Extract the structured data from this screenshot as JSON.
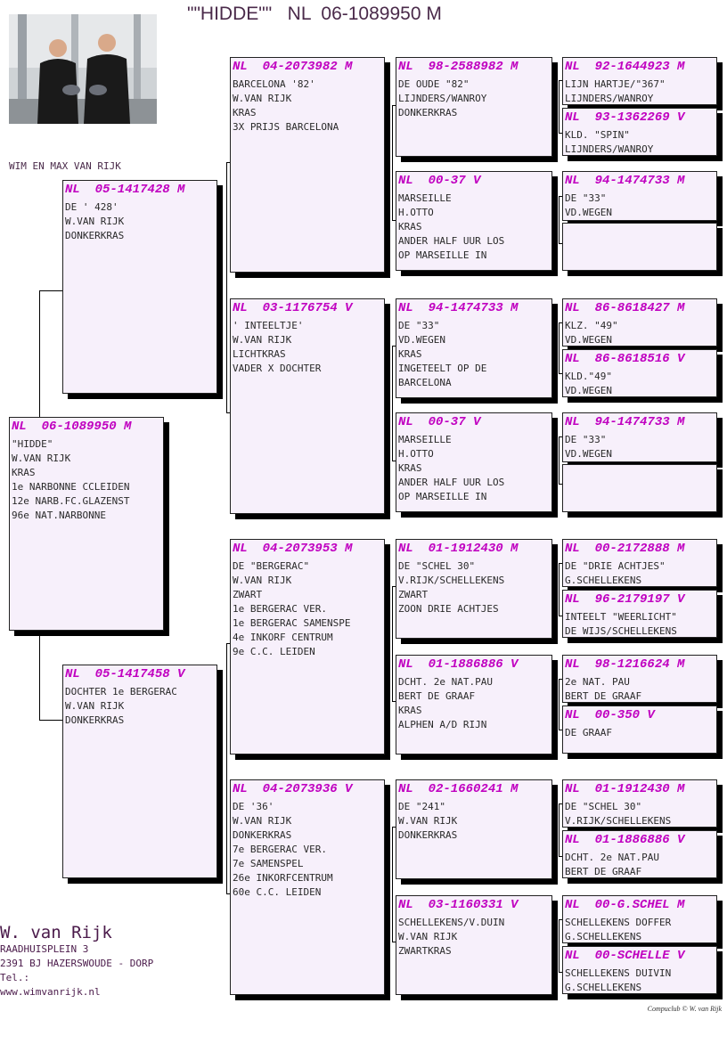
{
  "title": "\"\"HIDDE\"\"   NL  06-1089950 M",
  "owners": "WIM EN MAX VAN RIJK",
  "breeder": {
    "name": "W. van Rijk",
    "address1": "RAADHUISPLEIN 3",
    "address2": "2391 BJ  HAZERSWOUDE - DORP",
    "tel": "Tel.:",
    "web": "www.wimvanrijk.nl"
  },
  "copyright": "Compuclub © W. van Rijk",
  "subject": {
    "ring": "NL  06-1089950 M",
    "lines": [
      "\"HIDDE\"",
      "W.VAN RIJK",
      "KRAS",
      "1e NARBONNE CCLEIDEN",
      "12e NARB.FC.GLAZENST",
      "96e NAT.NARBONNE"
    ]
  },
  "father": {
    "ring": "NL  05-1417428 M",
    "lines": [
      "DE ' 428'",
      "W.VAN RIJK",
      "DONKERKRAS"
    ]
  },
  "mother": {
    "ring": "NL  05-1417458 V",
    "lines": [
      "DOCHTER 1e BERGERAC",
      "W.VAN RIJK",
      "DONKERKRAS"
    ]
  },
  "gen2": [
    {
      "ring": "NL  04-2073982 M",
      "lines": [
        "BARCELONA '82'",
        "W.VAN RIJK",
        "KRAS",
        "3X PRIJS BARCELONA"
      ]
    },
    {
      "ring": "NL  03-1176754 V",
      "lines": [
        "' INTEELTJE'",
        "W.VAN RIJK",
        "LICHTKRAS",
        "VADER X DOCHTER"
      ]
    },
    {
      "ring": "NL  04-2073953 M",
      "lines": [
        "DE \"BERGERAC\"",
        "W.VAN RIJK",
        "ZWART",
        "1e BERGERAC VER.",
        "1e BERGERAC SAMENSPE",
        "4e INKORF CENTRUM",
        "9e C.C. LEIDEN"
      ]
    },
    {
      "ring": "NL  04-2073936 V",
      "lines": [
        "DE '36'",
        "W.VAN RIJK",
        "DONKERKRAS",
        "7e BERGERAC VER.",
        "7e SAMENSPEL",
        "26e INKORFCENTRUM",
        "60e C.C. LEIDEN"
      ]
    }
  ],
  "gen3": [
    {
      "ring": "NL  98-2588982 M",
      "lines": [
        "DE OUDE \"82\"",
        "LIJNDERS/WANROY",
        "DONKERKRAS"
      ]
    },
    {
      "ring": "NL  00-37 V",
      "lines": [
        "MARSEILLE",
        "H.OTTO",
        "KRAS",
        "ANDER HALF UUR LOS",
        "OP MARSEILLE IN"
      ]
    },
    {
      "ring": "NL  94-1474733 M",
      "lines": [
        "DE \"33\"",
        "VD.WEGEN",
        "KRAS",
        "INGETEELT OP DE",
        "BARCELONA"
      ]
    },
    {
      "ring": "NL  00-37 V",
      "lines": [
        "MARSEILLE",
        "H.OTTO",
        "KRAS",
        "ANDER HALF UUR LOS",
        "OP MARSEILLE IN"
      ]
    },
    {
      "ring": "NL  01-1912430 M",
      "lines": [
        "DE \"SCHEL 30\"",
        "V.RIJK/SCHELLEKENS",
        "ZWART",
        "ZOON DRIE ACHTJES"
      ]
    },
    {
      "ring": "NL  01-1886886 V",
      "lines": [
        "DCHT. 2e NAT.PAU",
        "BERT DE GRAAF",
        "KRAS",
        "ALPHEN A/D RIJN"
      ]
    },
    {
      "ring": "NL  02-1660241 M",
      "lines": [
        "DE \"241\"",
        "W.VAN RIJK",
        "DONKERKRAS"
      ]
    },
    {
      "ring": "NL  03-1160331 V",
      "lines": [
        "SCHELLEKENS/V.DUIN",
        "W.VAN RIJK",
        "ZWARTKRAS"
      ]
    }
  ],
  "gen4": [
    {
      "ring": "NL  92-1644923 M",
      "lines": [
        "LIJN HARTJE/\"367\"",
        "LIJNDERS/WANROY"
      ]
    },
    {
      "ring": "NL  93-1362269 V",
      "lines": [
        "KLD. \"SPIN\"",
        "LIJNDERS/WANROY"
      ]
    },
    {
      "ring": "NL  94-1474733 M",
      "lines": [
        "DE \"33\"",
        "VD.WEGEN"
      ]
    },
    {
      "ring": "",
      "lines": []
    },
    {
      "ring": "NL  86-8618427 M",
      "lines": [
        "KLZ. \"49\"",
        "VD.WEGEN"
      ]
    },
    {
      "ring": "NL  86-8618516 V",
      "lines": [
        "KLD.\"49\"",
        "VD.WEGEN"
      ]
    },
    {
      "ring": "NL  94-1474733 M",
      "lines": [
        "DE \"33\"",
        "VD.WEGEN"
      ]
    },
    {
      "ring": "",
      "lines": []
    },
    {
      "ring": "NL  00-2172888 M",
      "lines": [
        "DE \"DRIE ACHTJES\"",
        "G.SCHELLEKENS"
      ]
    },
    {
      "ring": "NL  96-2179197 V",
      "lines": [
        "INTEELT \"WEERLICHT\"",
        "DE WIJS/SCHELLEKENS"
      ]
    },
    {
      "ring": "NL  98-1216624 M",
      "lines": [
        "2e NAT. PAU",
        "BERT DE GRAAF"
      ]
    },
    {
      "ring": "NL  00-350 V",
      "lines": [
        "DE GRAAF"
      ]
    },
    {
      "ring": "NL  01-1912430 M",
      "lines": [
        "DE \"SCHEL 30\"",
        "V.RIJK/SCHELLEKENS"
      ]
    },
    {
      "ring": "NL  01-1886886 V",
      "lines": [
        "DCHT. 2e NAT.PAU",
        "BERT DE GRAAF"
      ]
    },
    {
      "ring": "NL  00-G.SCHEL M",
      "lines": [
        "SCHELLEKENS DOFFER",
        "G.SCHELLEKENS"
      ]
    },
    {
      "ring": "NL  00-SCHELLE V",
      "lines": [
        "SCHELLEKENS DUIVIN",
        "G.SCHELLEKENS"
      ]
    }
  ]
}
